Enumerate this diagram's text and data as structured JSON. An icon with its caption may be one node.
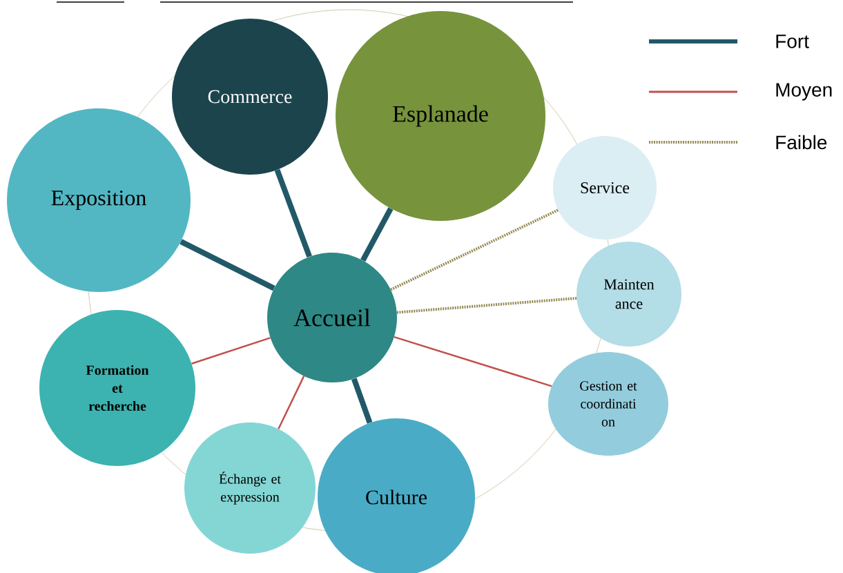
{
  "diagram": {
    "nodes": [
      {
        "text": [
          "Accueil"
        ]
      },
      {
        "text": [
          "Commerce"
        ]
      },
      {
        "text": [
          "Esplanade"
        ]
      },
      {
        "text": [
          "Exposition"
        ]
      },
      {
        "text": [
          "Service"
        ]
      },
      {
        "text": [
          "Mainten ance"
        ]
      },
      {
        "text": [
          "Gestion et coordinati on"
        ]
      },
      {
        "text": [
          "Formation et recherche"
        ]
      },
      {
        "text": [
          "Échange et expression"
        ]
      },
      {
        "text": [
          "Culture"
        ]
      }
    ],
    "edges": [
      {
        "from": 0,
        "to": 1,
        "arrow": "none",
        "style": "thick"
      },
      {
        "from": 0,
        "to": 2,
        "arrow": "none",
        "style": "thick"
      },
      {
        "from": 0,
        "to": 3,
        "arrow": "none",
        "style": "thick"
      },
      {
        "from": 0,
        "to": 4,
        "arrow": "none",
        "style": "dashed",
        "color": "#948a54"
      },
      {
        "from": 0,
        "to": 5,
        "arrow": "none",
        "style": "dashed",
        "color": "#948a54"
      },
      {
        "from": 0,
        "to": 6,
        "arrow": "none",
        "color": "#c0504d"
      },
      {
        "from": 0,
        "to": 7,
        "arrow": "none",
        "color": "#c0504d"
      },
      {
        "from": 0,
        "to": 8,
        "arrow": "none",
        "color": "#c0504d"
      },
      {
        "from": 0,
        "to": 9,
        "arrow": "none",
        "style": "thick"
      }
    ],
    "legend": [
      {
        "text": "Fort"
      },
      {
        "text": "Moyen"
      },
      {
        "text": "Faible"
      }
    ]
  }
}
